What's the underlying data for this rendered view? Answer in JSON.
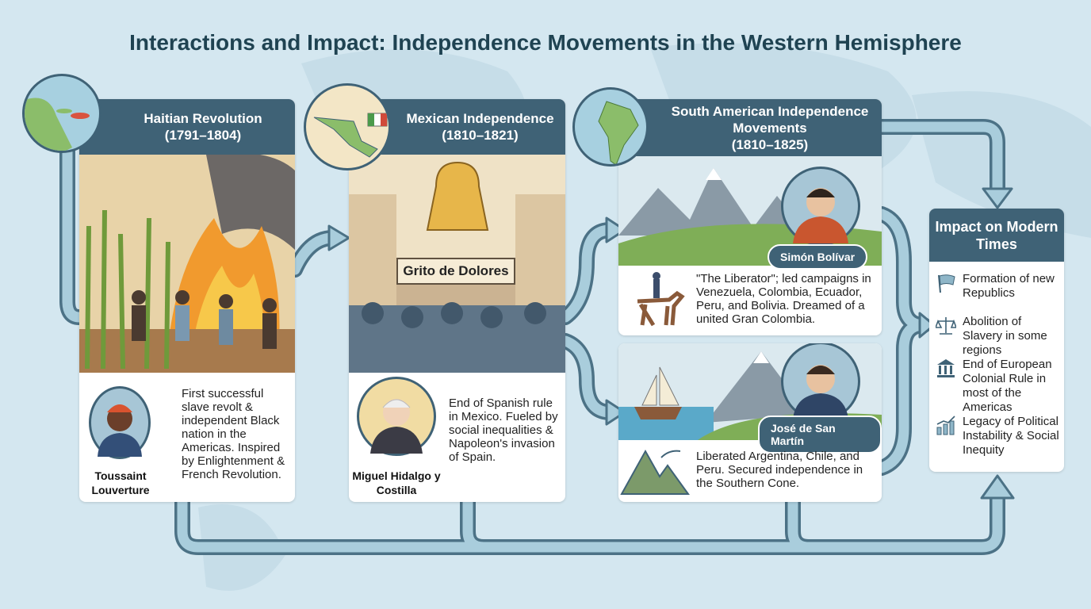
{
  "title": "Interactions and Impact: Independence Movements in the Western Hemisphere",
  "colors": {
    "background": "#d4e7f0",
    "header": "#3f6276",
    "arrow": "#a9cddc",
    "title": "#1f4352"
  },
  "haiti": {
    "title": "Haitian Revolution",
    "dates": "(1791–1804)",
    "leader": "Toussaint Louverture",
    "description": "First successful slave revolt & independent Black nation in the Americas. Inspired by Enlightenment & French Revolution."
  },
  "mexico": {
    "title": "Mexican Independence",
    "dates": "(1810–1821)",
    "banner": "Grito de Dolores",
    "leader": "Miguel Hidalgo y Costilla",
    "description": "End of Spanish rule in Mexico. Fueled by social inequalities & Napoleon's invasion of Spain."
  },
  "south_america": {
    "title": "South American Independence Movements",
    "dates": "(1810–1825)",
    "bolivar": {
      "name": "Simón Bolívar",
      "description": "\"The Liberator\"; led campaigns in Venezuela, Colombia, Ecuador, Peru, and Bolivia. Dreamed of a united Gran Colombia."
    },
    "san_martin": {
      "name": "José de San Martín",
      "description": "Liberated Argentina, Chile, and Peru. Secured independence in the Southern Cone."
    }
  },
  "impact": {
    "title": "Impact on Modern Times",
    "items": [
      {
        "icon": "flag-icon",
        "label": "Formation of new Republics"
      },
      {
        "icon": "scales-icon",
        "label": "Abolition of Slavery in some regions"
      },
      {
        "icon": "government-building-icon",
        "label": "End of European Colonial Rule in most of the Americas"
      },
      {
        "icon": "bar-chart-icon",
        "label": "Legacy of Political Instability & Social Inequity"
      }
    ]
  }
}
